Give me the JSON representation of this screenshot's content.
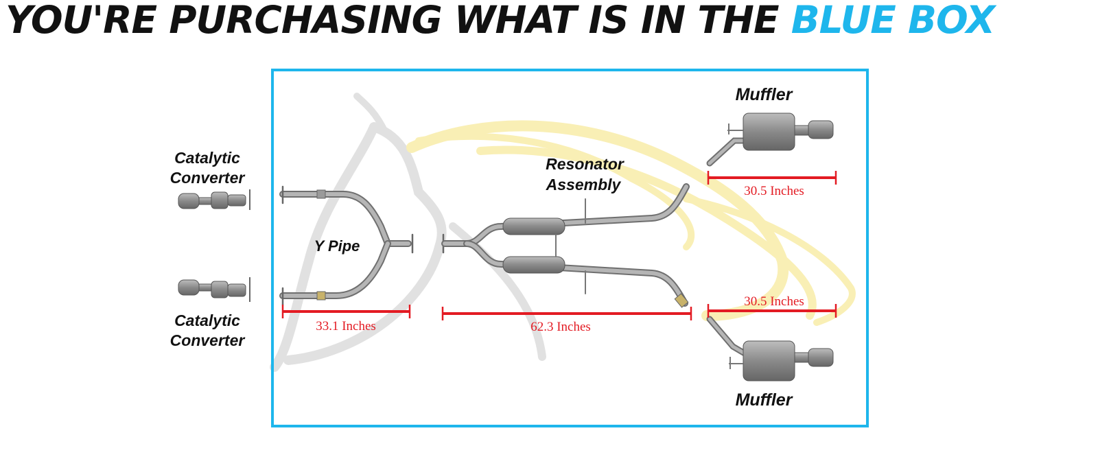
{
  "headline": {
    "main": "YOU'RE PURCHASING WHAT IS IN THE",
    "accent": "BLUE BOX"
  },
  "colors": {
    "box_border": "#1eb6ec",
    "dimension": "#e31b23",
    "pipe": "#8a8a8a",
    "watermark": "#f3e08a"
  },
  "labels": {
    "cat_top_1": "Catalytic",
    "cat_top_2": "Converter",
    "cat_bottom_1": "Catalytic",
    "cat_bottom_2": "Converter",
    "y_pipe": "Y Pipe",
    "resonator_1": "Resonator",
    "resonator_2": "Assembly",
    "muffler_top": "Muffler",
    "muffler_bottom": "Muffler"
  },
  "dimensions": {
    "y_pipe": "33.1 Inches",
    "resonator": "62.3 Inches",
    "muffler_top": "30.5 Inches",
    "muffler_bottom": "30.5 Inches"
  }
}
